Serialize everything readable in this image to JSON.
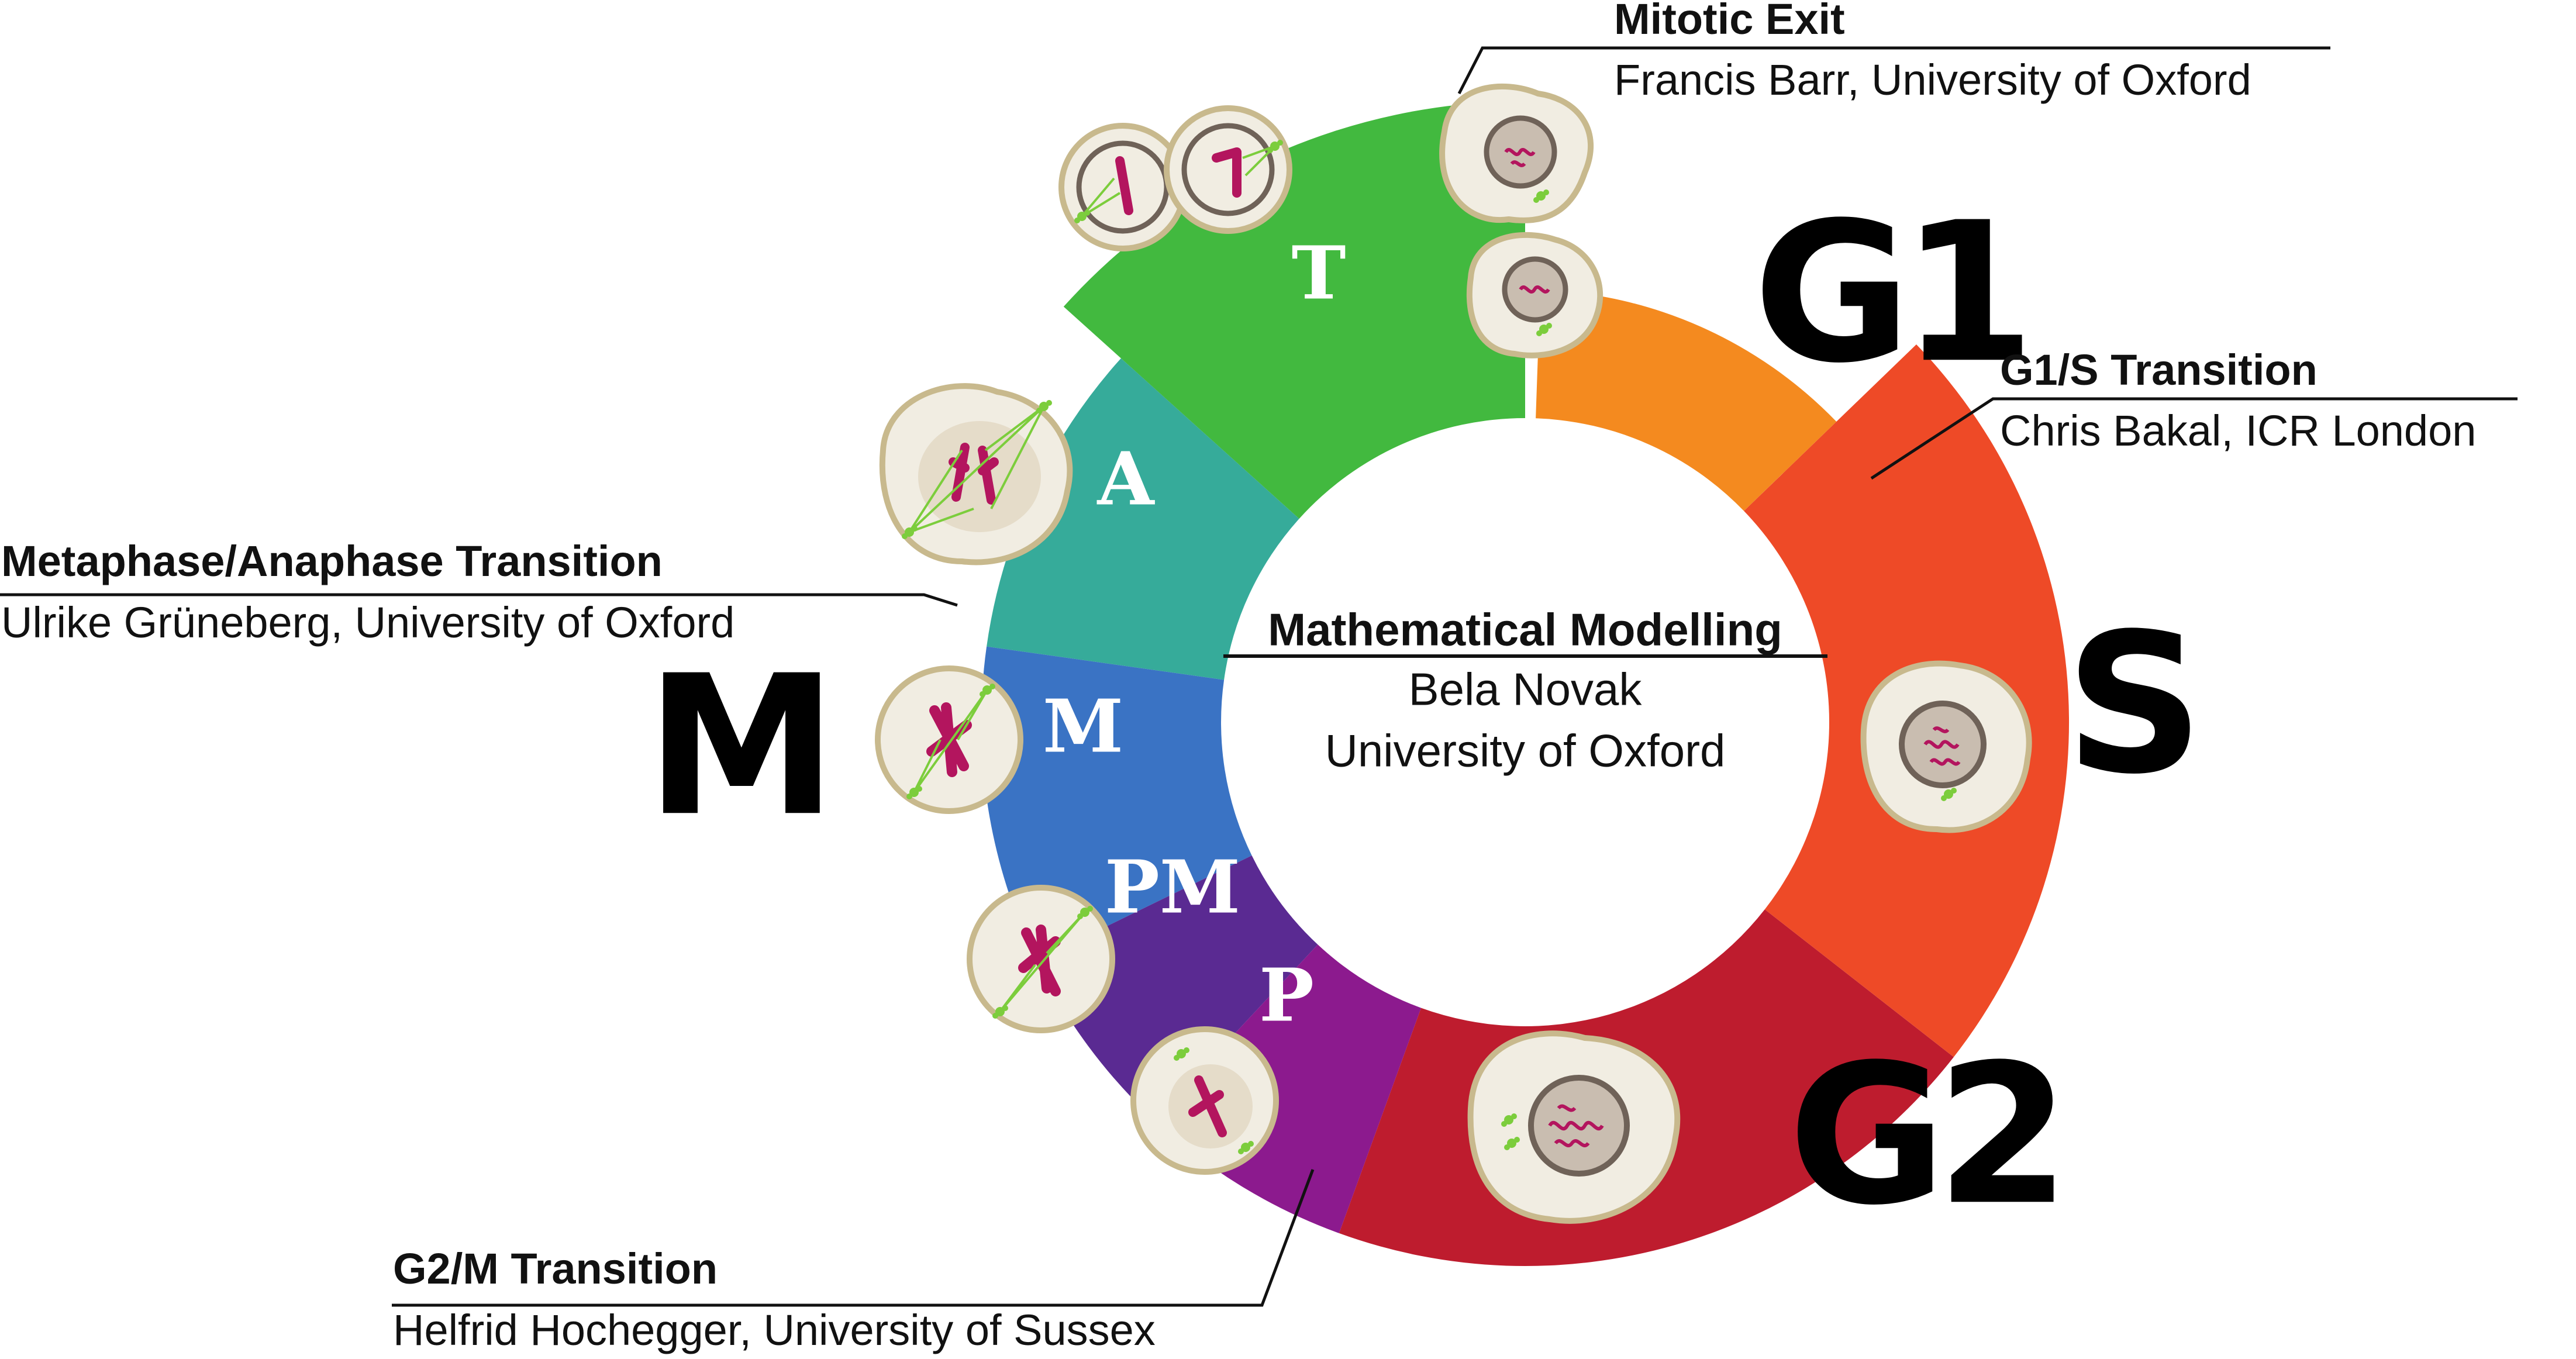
{
  "phases": {
    "g1": "G1",
    "s": "S",
    "g2": "G2",
    "m": "M"
  },
  "mitosis_stages": {
    "t": "T",
    "a": "A",
    "m": "M",
    "pm": "PM",
    "p": "P"
  },
  "center": {
    "title": "Mathematical Modelling",
    "name": "Bela Novak",
    "institution": "University of Oxford"
  },
  "annotations": {
    "mitotic_exit": {
      "title": "Mitotic Exit",
      "subtitle": "Francis Barr, University of Oxford"
    },
    "g1s": {
      "title": "G1/S Transition",
      "subtitle": "Chris Bakal, ICR London"
    },
    "meta_ana": {
      "title": "Metaphase/Anaphase Transition",
      "subtitle": "Ulrike Grüneberg, University of Oxford"
    },
    "g2m": {
      "title": "G2/M Transition",
      "subtitle": "Helfrid Hochegger, University of Sussex"
    }
  },
  "colors": {
    "telophase": "#42b93f",
    "anaphase": "#36ab9a",
    "metaphase": "#3a73c4",
    "prometaphase": "#5a2a92",
    "prophase": "#8c1a8e",
    "g2": "#be1c2e",
    "s": "#ee4a27",
    "g1": "#f48a1f",
    "cell_fill": "#f1ede2",
    "cell_stroke": "#c8b98d",
    "chromosome": "#b3155e",
    "spindle": "#7ccd3c"
  }
}
